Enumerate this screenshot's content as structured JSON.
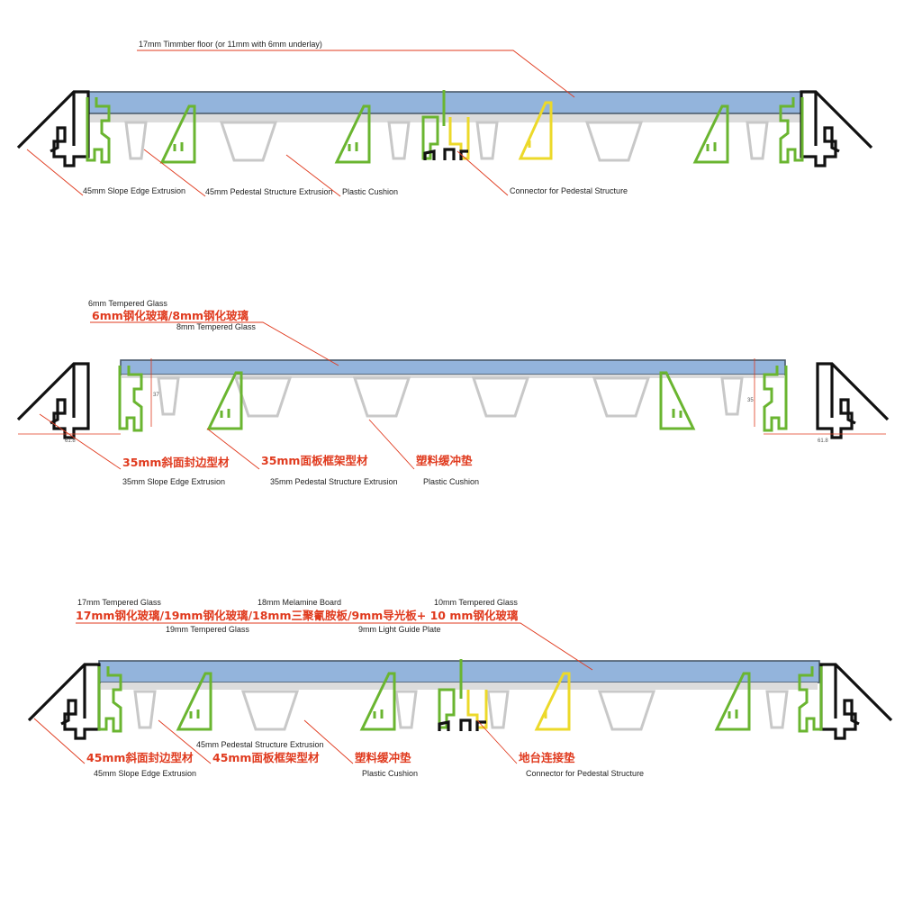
{
  "diagram1": {
    "top_label": "17mm Timmber floor (or 11mm with 6mm underlay)",
    "labels": [
      "45mm Slope Edge Extrusion",
      "45mm Pedestal Structure Extrusion",
      "Plastic Cushion",
      "Connector for Pedestal Structure"
    ]
  },
  "diagram2": {
    "glass_en_1": "6mm Tempered Glass",
    "glass_cn": "6mm钢化玻璃/8mm钢化玻璃",
    "glass_en_2": "8mm Tempered Glass",
    "dim_left": "61.8",
    "dim_right": "61.8",
    "height_left": "37",
    "height_right": "35",
    "labels": [
      {
        "cn": "35mm斜面封边型材",
        "en": "35mm Slope Edge Extrusion"
      },
      {
        "cn": "35mm面板框架型材",
        "en": "35mm Pedestal Structure Extrusion"
      },
      {
        "cn": "塑料缓冲垫",
        "en": "Plastic Cushion"
      }
    ]
  },
  "diagram3": {
    "top_en_1": "17mm Tempered Glass",
    "top_en_2": "18mm Melamine Board",
    "top_en_3": "10mm Tempered Glass",
    "top_cn": "17mm钢化玻璃/19mm钢化玻璃/18mm三聚氰胺板/9mm导光板+ 10 mm钢化玻璃",
    "top_en_4": "19mm Tempered Glass",
    "top_en_5": "9mm Light Guide Plate",
    "labels": [
      {
        "cn": "45mm斜面封边型材",
        "en": "45mm Slope Edge Extrusion"
      },
      {
        "cn": "45mm面板框架型材",
        "en": "45mm Pedestal Structure Extrusion"
      },
      {
        "cn": "塑料缓冲垫",
        "en": "Plastic Cushion"
      },
      {
        "cn": "地台连接垫",
        "en": "Connector for Pedestal Structure"
      }
    ]
  },
  "colors": {
    "edge_extrusion": "#111111",
    "pedestal_extrusion": "#6ab530",
    "connector": "#ecd92a",
    "cushion": "#c8c8c8",
    "panel": "#93b4dc",
    "leader": "#e03a1e"
  }
}
